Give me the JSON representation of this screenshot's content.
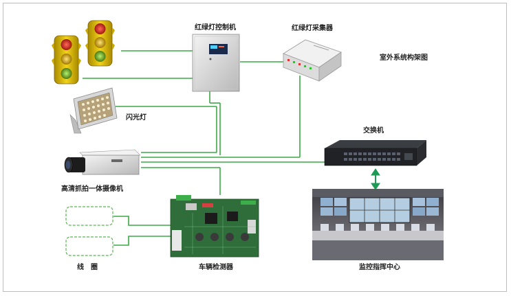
{
  "title": "室外系统构架图",
  "nodes": {
    "controller": "红绿灯控制机",
    "collector": "红绿灯采集器",
    "flash": "闪光灯",
    "camera": "高清抓拍一体摄像机",
    "switch": "交换机",
    "coil": "线　圈",
    "detector": "车辆检测器",
    "center": "监控指挥中心"
  },
  "colors": {
    "link": "#3aa845",
    "arrow": "#1f9a55",
    "coil": "#58b84f",
    "frame": "#bdbdbd"
  }
}
